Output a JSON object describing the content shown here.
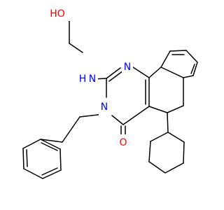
{
  "colors": {
    "bond": "#000000",
    "oxygen": "#ff0000",
    "nitrogen": "#0000ff",
    "background": "#ffffff"
  },
  "labels": {
    "hydroxyl": "HO",
    "amine": "H",
    "amine_n": "N",
    "ring_n_top": "N",
    "ring_n_lower": "N",
    "carbonyl_o": "O"
  }
}
